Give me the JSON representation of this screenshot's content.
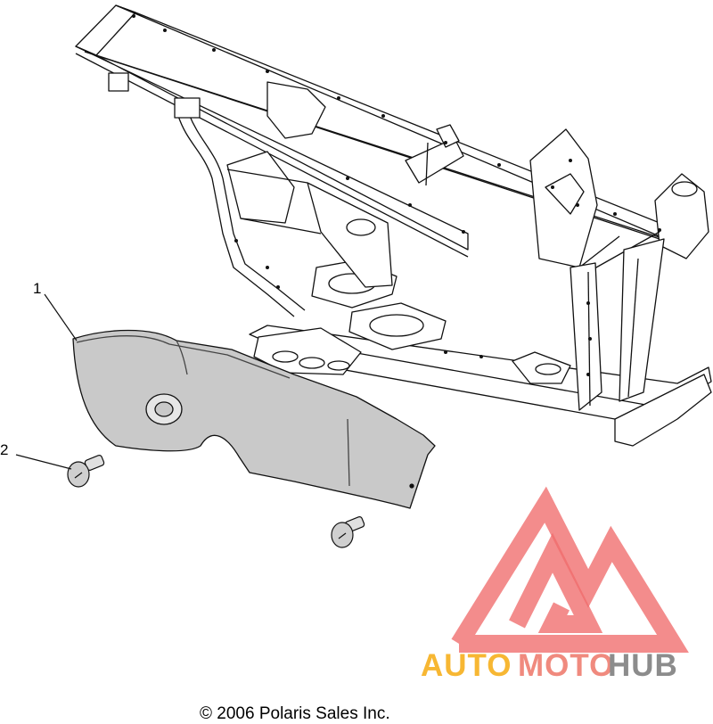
{
  "callouts": {
    "one": "1",
    "two": "2"
  },
  "watermark": {
    "part1": "AUTO",
    "part2": "MOTO",
    "part3": "HUB",
    "colors": {
      "auto": "#f7b733",
      "moto": "#f08a7e",
      "hub": "#8c8c8c",
      "logo": "#f06b6b"
    }
  },
  "footer": {
    "copyright": "© 2006 Polaris Sales Inc."
  },
  "icons": [
    "watermark-logo-icon",
    "frame-icon",
    "skid-plate-icon",
    "bolt-icon"
  ]
}
